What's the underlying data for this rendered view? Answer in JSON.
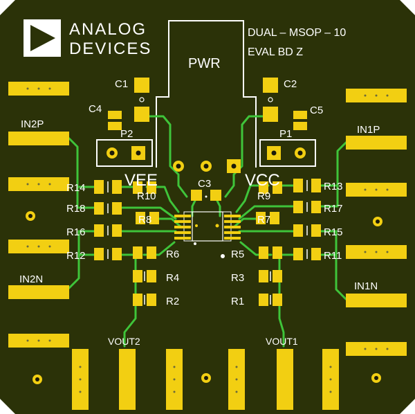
{
  "logo": {
    "line1": "ANALOG",
    "line2": "DEVICES"
  },
  "board_title": {
    "line1": "DUAL – MSOP – 10",
    "line2": "EVAL   BD   Z"
  },
  "connector_label": "PWR",
  "supply_labels": {
    "vee": "VEE",
    "vcc": "VCC"
  },
  "header_labels": {
    "p1": "P1",
    "p2": "P2"
  },
  "port_labels": {
    "in1p": "IN1P",
    "in1n": "IN1N",
    "in2p": "IN2P",
    "in2n": "IN2N",
    "vout1": "VOUT1",
    "vout2": "VOUT2"
  },
  "component_labels": {
    "c1": "C1",
    "c2": "C2",
    "c3": "C3",
    "c4": "C4",
    "c5": "C5",
    "r1": "R1",
    "r2": "R2",
    "r3": "R3",
    "r4": "R4",
    "r5": "R5",
    "r6": "R6",
    "r7": "R7",
    "r8": "R8",
    "r9": "R9",
    "r10": "R10",
    "r11": "R11",
    "r12": "R12",
    "r13": "R13",
    "r14": "R14",
    "r15": "R15",
    "r16": "R16",
    "r17": "R17",
    "r18": "R18"
  },
  "colors": {
    "board": "#2b3208",
    "pad": "#f2cf12",
    "trace": "#3fc43a",
    "silkscreen": "#ffffff",
    "drill": "#1a1a0a"
  }
}
